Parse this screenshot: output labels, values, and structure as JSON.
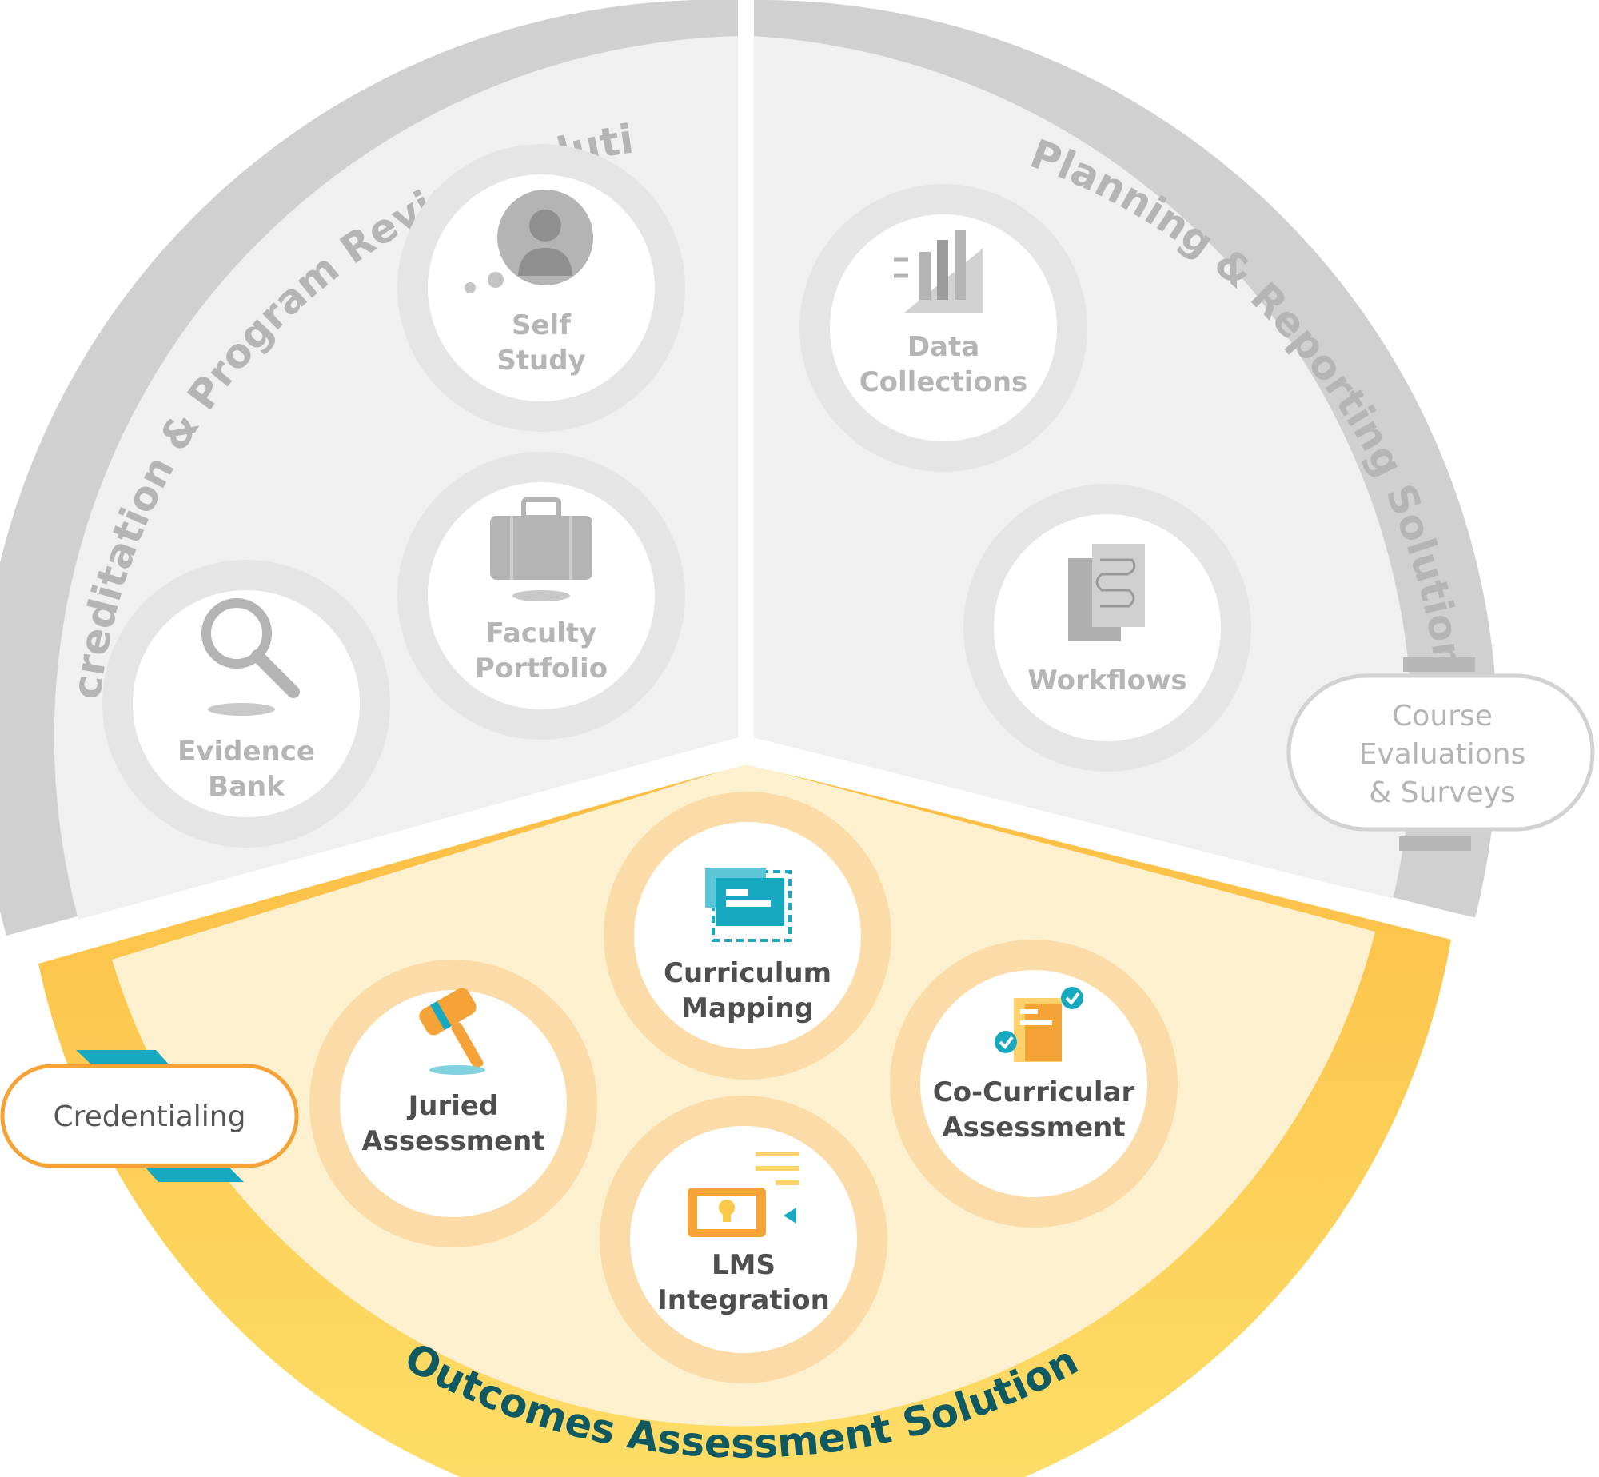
{
  "segments": {
    "accreditation": {
      "title": "Accreditation & Program Review Solution"
    },
    "planning": {
      "title": "Planning & Reporting Solution"
    },
    "outcomes": {
      "title": "Outcomes Assessment Solution"
    }
  },
  "nodes": {
    "self_study": {
      "line1": "Self",
      "line2": "Study",
      "icon": "person-thought-icon"
    },
    "faculty_portfolio": {
      "line1": "Faculty",
      "line2": "Portfolio",
      "icon": "briefcase-icon"
    },
    "evidence_bank": {
      "line1": "Evidence",
      "line2": "Bank",
      "icon": "magnifier-icon"
    },
    "data_collections": {
      "line1": "Data",
      "line2": "Collections",
      "icon": "bar-chart-icon"
    },
    "workflows": {
      "line1": "Workflows",
      "icon": "workflow-document-icon"
    },
    "curriculum_mapping": {
      "line1": "Curriculum",
      "line2": "Mapping",
      "icon": "screens-map-icon"
    },
    "juried_assessment": {
      "line1": "Juried",
      "line2": "Assessment",
      "icon": "gavel-icon"
    },
    "co_curricular": {
      "line1": "Co-Curricular",
      "line2": "Assessment",
      "icon": "checklist-icon"
    },
    "lms_integration": {
      "line1": "LMS",
      "line2": "Integration",
      "icon": "lightbulb-screen-icon"
    }
  },
  "pills": {
    "course_evaluations": {
      "line1": "Course",
      "line2": "Evaluations",
      "line3": "& Surveys"
    },
    "credentialing": {
      "line1": "Credentialing"
    }
  },
  "colors": {
    "gray_segment": "#f0f0f0",
    "gray_ring": "#cfcfcf",
    "gray_text": "#b5b5b5",
    "gray_title": "#b3b3b3",
    "yellow_segment": "#fdf0cf",
    "yellow_ring": "#fbc64a",
    "yellow_node_ring": "#fbdca8",
    "orange": "#f5a237",
    "teal": "#17a9c0",
    "dark_teal": "#0f5a62",
    "node_text_active": "#4e4e4e"
  }
}
